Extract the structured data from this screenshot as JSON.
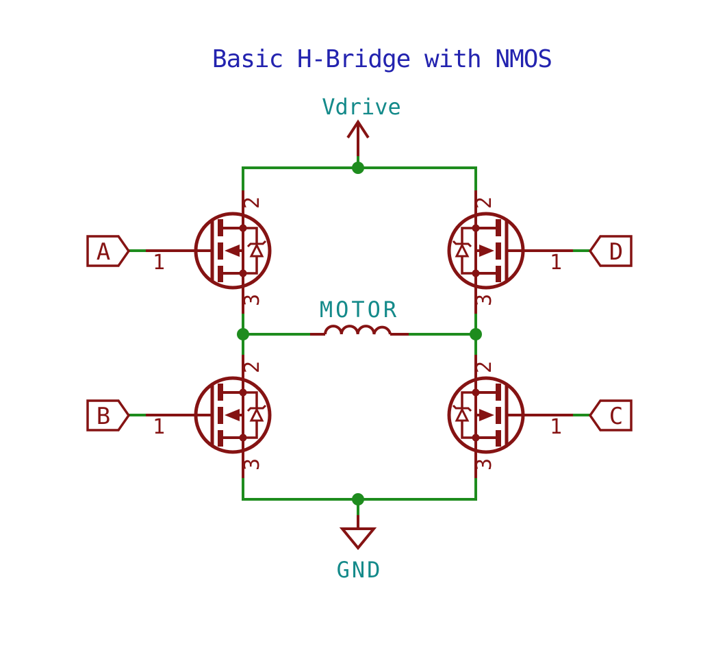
{
  "schematic": {
    "title": "Basic H-Bridge with NMOS",
    "power_flags": {
      "vdrive": "Vdrive",
      "gnd": "GND"
    },
    "motor": {
      "value": "MOTOR",
      "symbol": "inductor"
    },
    "net_labels": {
      "top_left": "A",
      "bottom_left": "B",
      "top_right": "D",
      "bottom_right": "C"
    },
    "transistors": [
      {
        "position": "top-left",
        "type": "NMOS",
        "gate_net": "A",
        "pin_gate": "1",
        "pin_drain": "2",
        "pin_source": "3"
      },
      {
        "position": "bottom-left",
        "type": "NMOS",
        "gate_net": "B",
        "pin_gate": "1",
        "pin_drain": "2",
        "pin_source": "3"
      },
      {
        "position": "top-right",
        "type": "NMOS",
        "gate_net": "D",
        "pin_gate": "1",
        "pin_drain": "2",
        "pin_source": "3"
      },
      {
        "position": "bottom-right",
        "type": "NMOS",
        "gate_net": "C",
        "pin_gate": "1",
        "pin_drain": "2",
        "pin_source": "3"
      }
    ],
    "colors": {
      "wire": "#1e8c1e",
      "component": "#851313",
      "value_text": "#148a8a",
      "title_text": "#2323af",
      "background": "#ffffff"
    }
  }
}
